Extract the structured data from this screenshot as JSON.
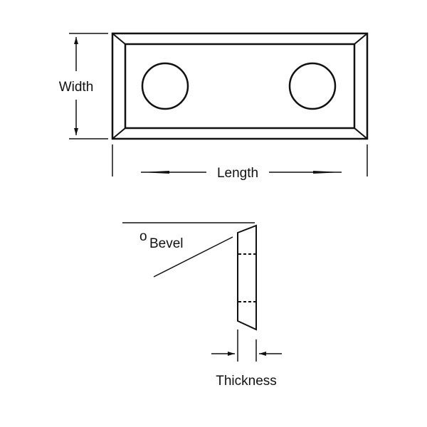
{
  "labels": {
    "width": "Width",
    "length": "Length",
    "bevel_symbol": "o",
    "bevel": "Bevel",
    "thickness": "Thickness"
  },
  "colors": {
    "line": "#111111",
    "background": "#ffffff"
  }
}
